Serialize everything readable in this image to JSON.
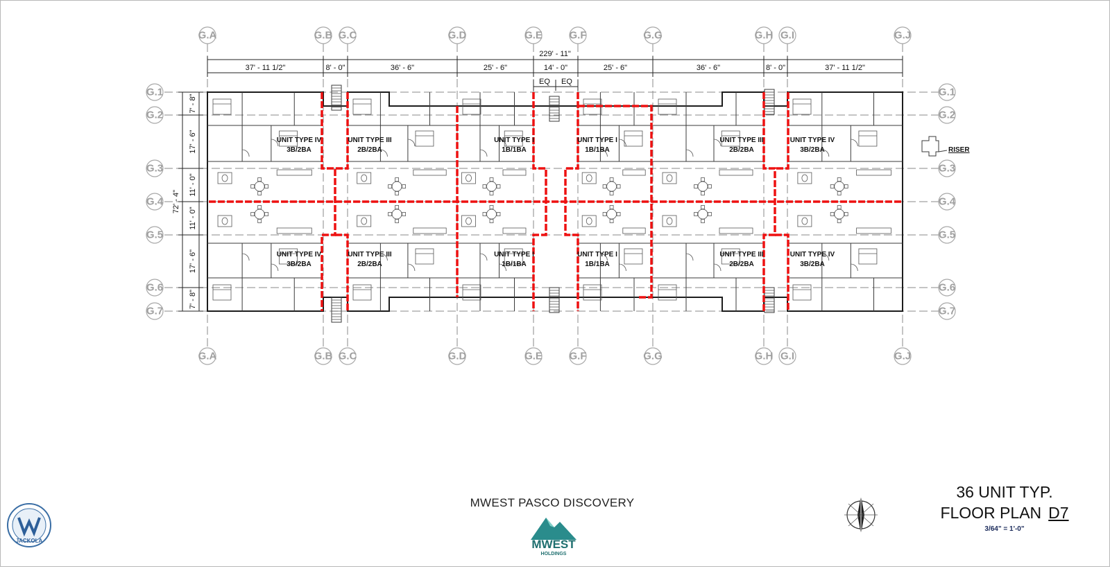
{
  "project": {
    "name": "MWEST PASCO DISCOVERY"
  },
  "sheet": {
    "title_line1": "36 UNIT TYP.",
    "title_line2": "FLOOR PLAN",
    "number": "D7",
    "scale": "3/64\" = 1'-0\""
  },
  "logos": {
    "mwest_name": "MWEST",
    "mwest_sub": "HOLDINGS",
    "jackola_name": "JACKOLA"
  },
  "grid": {
    "columns": [
      "G.A",
      "G.B",
      "G.C",
      "G.D",
      "G.E",
      "G.F",
      "G.G",
      "G.H",
      "G.I",
      "G.J"
    ],
    "rows": [
      "G.1",
      "G.2",
      "G.3",
      "G.4",
      "G.5",
      "G.6",
      "G.7"
    ]
  },
  "dimensions": {
    "overall_width": "229' - 11\"",
    "segments": [
      "37' - 11 1/2\"",
      "8' - 0\"",
      "36' - 6\"",
      "25' - 6\"",
      "14' - 0\"",
      "25' - 6\"",
      "36' - 6\"",
      "8' - 0\"",
      "37' - 11 1/2\""
    ],
    "eq": "EQ",
    "overall_depth": "72' - 4\"",
    "rows": [
      "7' - 8\"",
      "17' - 6\"",
      "11' - 0\"",
      "11' - 0\"",
      "17' - 6\"",
      "7' - 8\""
    ]
  },
  "units": [
    {
      "type": "UNIT TYPE IV",
      "beds": "3B/2BA"
    },
    {
      "type": "UNIT TYPE III",
      "beds": "2B/2BA"
    },
    {
      "type": "UNIT TYPE I",
      "beds": "1B/1BA"
    },
    {
      "type": "UNIT TYPE I",
      "beds": "1B/1BA"
    },
    {
      "type": "UNIT TYPE III",
      "beds": "2B/2BA"
    },
    {
      "type": "UNIT TYPE IV",
      "beds": "3B/2BA"
    },
    {
      "type": "UNIT TYPE IV",
      "beds": "3B/2BA"
    },
    {
      "type": "UNIT TYPE III",
      "beds": "2B/2BA"
    },
    {
      "type": "UNIT TYPE I",
      "beds": "1B/1BA"
    },
    {
      "type": "UNIT TYPE I",
      "beds": "1B/1BA"
    },
    {
      "type": "UNIT TYPE III",
      "beds": "2B/2BA"
    },
    {
      "type": "UNIT TYPE IV",
      "beds": "3B/2BA"
    }
  ],
  "annotations": {
    "riser": "RISER"
  },
  "colors": {
    "separation_line": "#ee1111",
    "grid_bubble": "#a8a8a8",
    "scale_text": "#1a2a5a",
    "logo_teal": "#2a8c8c"
  }
}
